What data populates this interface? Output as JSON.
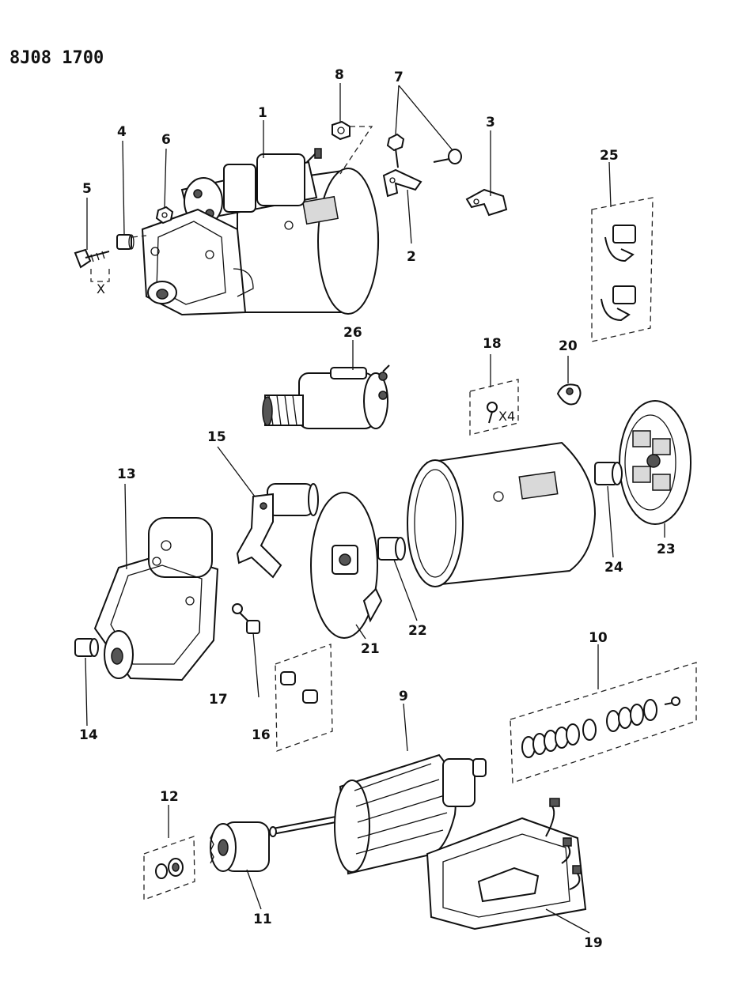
{
  "diagram_code": "8J08 1700",
  "dimension_label": "X",
  "quantity_note": "X4",
  "callouts": [
    {
      "id": "c1",
      "label": "1"
    },
    {
      "id": "c2",
      "label": "2"
    },
    {
      "id": "c3",
      "label": "3"
    },
    {
      "id": "c4",
      "label": "4"
    },
    {
      "id": "c5",
      "label": "5"
    },
    {
      "id": "c6",
      "label": "6"
    },
    {
      "id": "c7",
      "label": "7"
    },
    {
      "id": "c8",
      "label": "8"
    },
    {
      "id": "c9",
      "label": "9"
    },
    {
      "id": "c10",
      "label": "10"
    },
    {
      "id": "c11",
      "label": "11"
    },
    {
      "id": "c12",
      "label": "12"
    },
    {
      "id": "c13",
      "label": "13"
    },
    {
      "id": "c14",
      "label": "14"
    },
    {
      "id": "c15",
      "label": "15"
    },
    {
      "id": "c16",
      "label": "16"
    },
    {
      "id": "c17",
      "label": "17"
    },
    {
      "id": "c18",
      "label": "18"
    },
    {
      "id": "c19",
      "label": "19"
    },
    {
      "id": "c20",
      "label": "20"
    },
    {
      "id": "c21",
      "label": "21"
    },
    {
      "id": "c22",
      "label": "22"
    },
    {
      "id": "c23",
      "label": "23"
    },
    {
      "id": "c24",
      "label": "24"
    },
    {
      "id": "c25",
      "label": "25"
    },
    {
      "id": "c26",
      "label": "26"
    }
  ]
}
